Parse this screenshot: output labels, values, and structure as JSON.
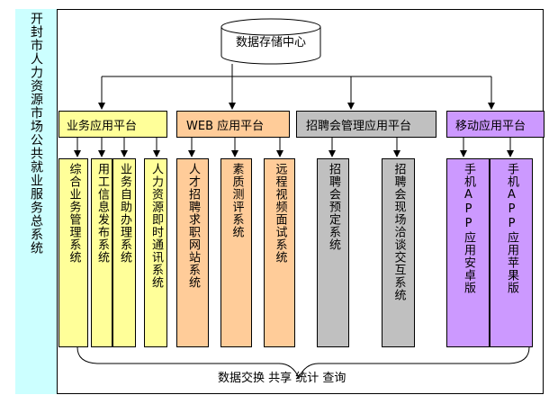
{
  "storage": {
    "label": "数据存储中心"
  },
  "sidebar": {
    "title": "开封市人力资源市场公共就业服务总系统"
  },
  "platforms": [
    {
      "label": "业务应用平台",
      "color": "#ffff99"
    },
    {
      "label": "WEB 应用平台",
      "color": "#ffcc99"
    },
    {
      "label": "招聘会管理应用平台",
      "color": "#c0c0c0"
    },
    {
      "label": "移动应用平台",
      "color": "#cc99ff"
    }
  ],
  "systems": {
    "yewu": [
      "综合业务管理系统",
      "用工信息发布系统",
      "业务自助办理系统",
      "人力资源即时通讯系统"
    ],
    "web": [
      "人才招聘求职网站系统",
      "素质测评系统",
      "远程视频面试系统"
    ],
    "zhaopin": [
      "招聘会预定系统",
      "招聘会现场洽谈交互系统"
    ],
    "mobile": [
      "手机APP应用安卓版",
      "手机APP应用苹果版"
    ]
  },
  "footer": {
    "label": "数据交换 共享 统计 查询"
  }
}
